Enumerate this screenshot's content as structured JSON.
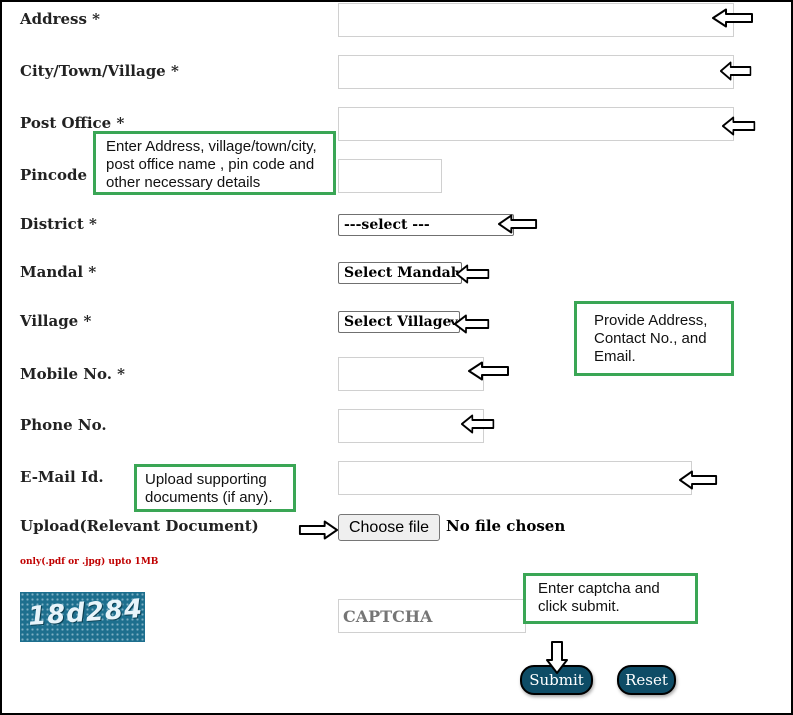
{
  "form": {
    "address_label": "Address *",
    "city_label": "City/Town/Village *",
    "post_office_label": "Post Office *",
    "pincode_label": "Pincode",
    "district_label": "District *",
    "mandal_label": "Mandal *",
    "village_label": "Village *",
    "mobile_label": "Mobile No. *",
    "phone_label": "Phone No.",
    "email_label": "E-Mail Id.",
    "upload_label": "Upload(Relevant Document)",
    "upload_note": "only(.pdf or .jpg) upto 1MB",
    "district_select": "---select ---",
    "mandal_select": "Select Mandal",
    "village_select": "Select Village",
    "file_button": "Choose file",
    "file_status": "No file chosen",
    "captcha_image_text": "18d284",
    "captcha_placeholder": "CAPTCHA",
    "submit_label": "Submit",
    "reset_label": "Reset"
  },
  "callouts": {
    "address_help": [
      "Enter Address,  village/town/city,",
      "post office name , pin code and",
      "other necessary details"
    ],
    "contact_help": [
      "Provide Address,",
      "Contact No., and",
      "Email."
    ],
    "upload_help": [
      "Upload supporting",
      "documents (if any)."
    ],
    "captcha_help": [
      "Enter captcha and",
      "click submit."
    ]
  },
  "colors": {
    "callout_border": "#3aa655",
    "button_bg": "#0e4c66",
    "note_red": "#c00000",
    "captcha_bg": "#1d6f8e"
  },
  "icons": {
    "pointer_arrow": "outlined-arrow"
  }
}
